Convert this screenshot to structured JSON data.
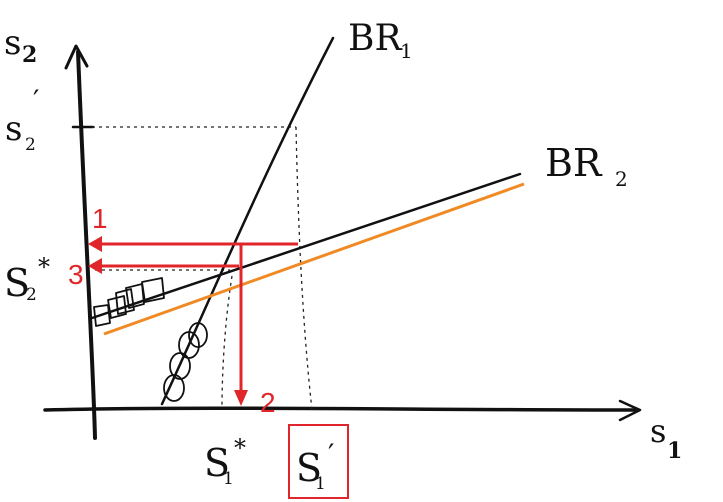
{
  "axes": {
    "y_label": "s",
    "y_label_sub": "2",
    "x_label": "s",
    "x_label_sub": "1"
  },
  "ticks": {
    "s2_prime_main": "s",
    "s2_prime_sub": "2",
    "s2_prime_mark": "′",
    "s2_star_main": "S",
    "s2_star_sub": "2",
    "s2_star_mark": "*",
    "s1_star_main": "S",
    "s1_star_sub": "1",
    "s1_star_mark": "*",
    "s1_prime_main": "S",
    "s1_prime_sub": "1",
    "s1_prime_mark": "′"
  },
  "curves": {
    "br1": "BR",
    "br1_sub": "1",
    "br2": "BR",
    "br2_sub": "2"
  },
  "steps": {
    "step1": "1",
    "step2": "2",
    "step3": "3"
  },
  "colors": {
    "ink": "#111111",
    "red": "#e0262a",
    "orange": "#f08a24"
  }
}
